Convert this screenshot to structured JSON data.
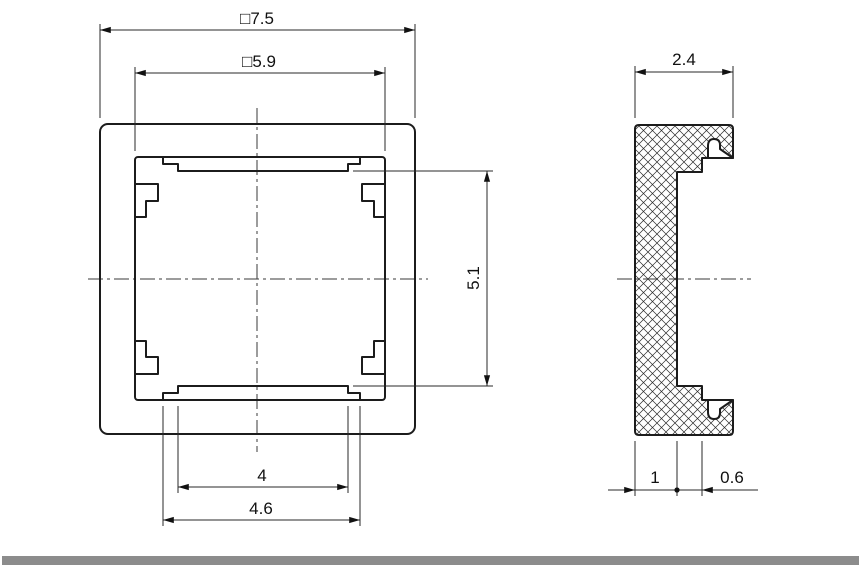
{
  "dimensions": {
    "front": {
      "outer": "□7.5",
      "inner": "□5.9",
      "height": "5.1",
      "rib": "4",
      "rib_base": "4.6"
    },
    "side": {
      "depth": "2.4",
      "wall": "1",
      "lip": "0.6"
    }
  },
  "footer": {
    "divider_color": "#8c8c8c"
  }
}
